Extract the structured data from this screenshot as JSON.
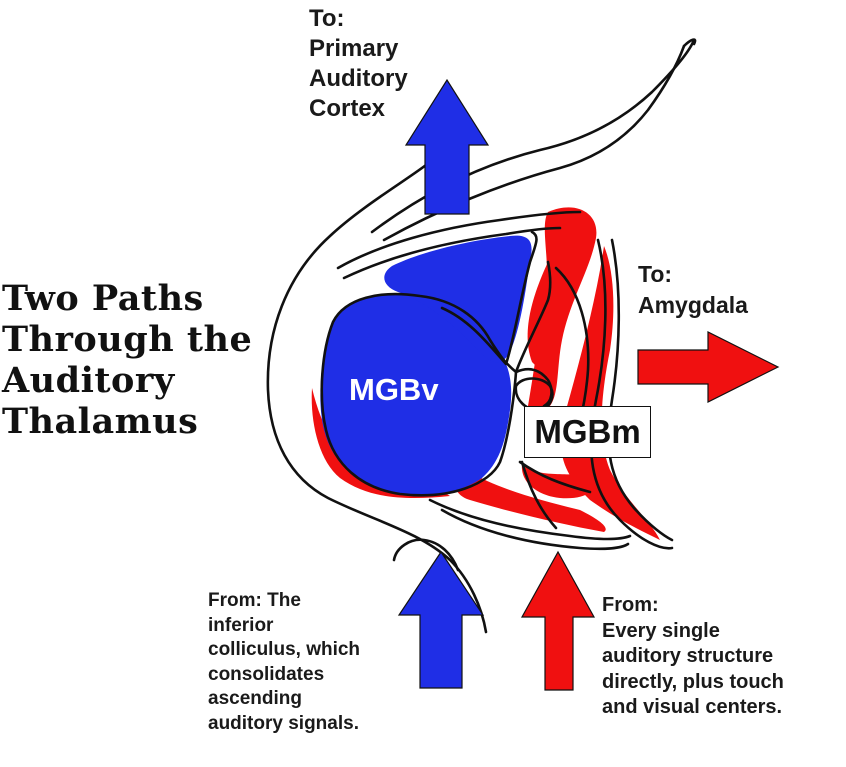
{
  "title": "Two Paths\nThrough the\nAuditory\nThalamus",
  "labels": {
    "to_cortex": "To:\nPrimary\nAuditory\nCortex",
    "to_amygdala": "To:\nAmygdala",
    "mgbv": "MGBv",
    "mgbm": "MGBm",
    "from_inferior_colliculus": "From: The\ninferior\ncolliculus, which\nconsolidates\nascending\nauditory signals.",
    "from_every_structure": "From:\nEvery single\nauditory structure\ndirectly, plus touch\nand visual centers."
  },
  "colors": {
    "lemniscal_blue": "#1f2ee6",
    "non_lemniscal_red": "#f01010",
    "outline": "#111111"
  }
}
